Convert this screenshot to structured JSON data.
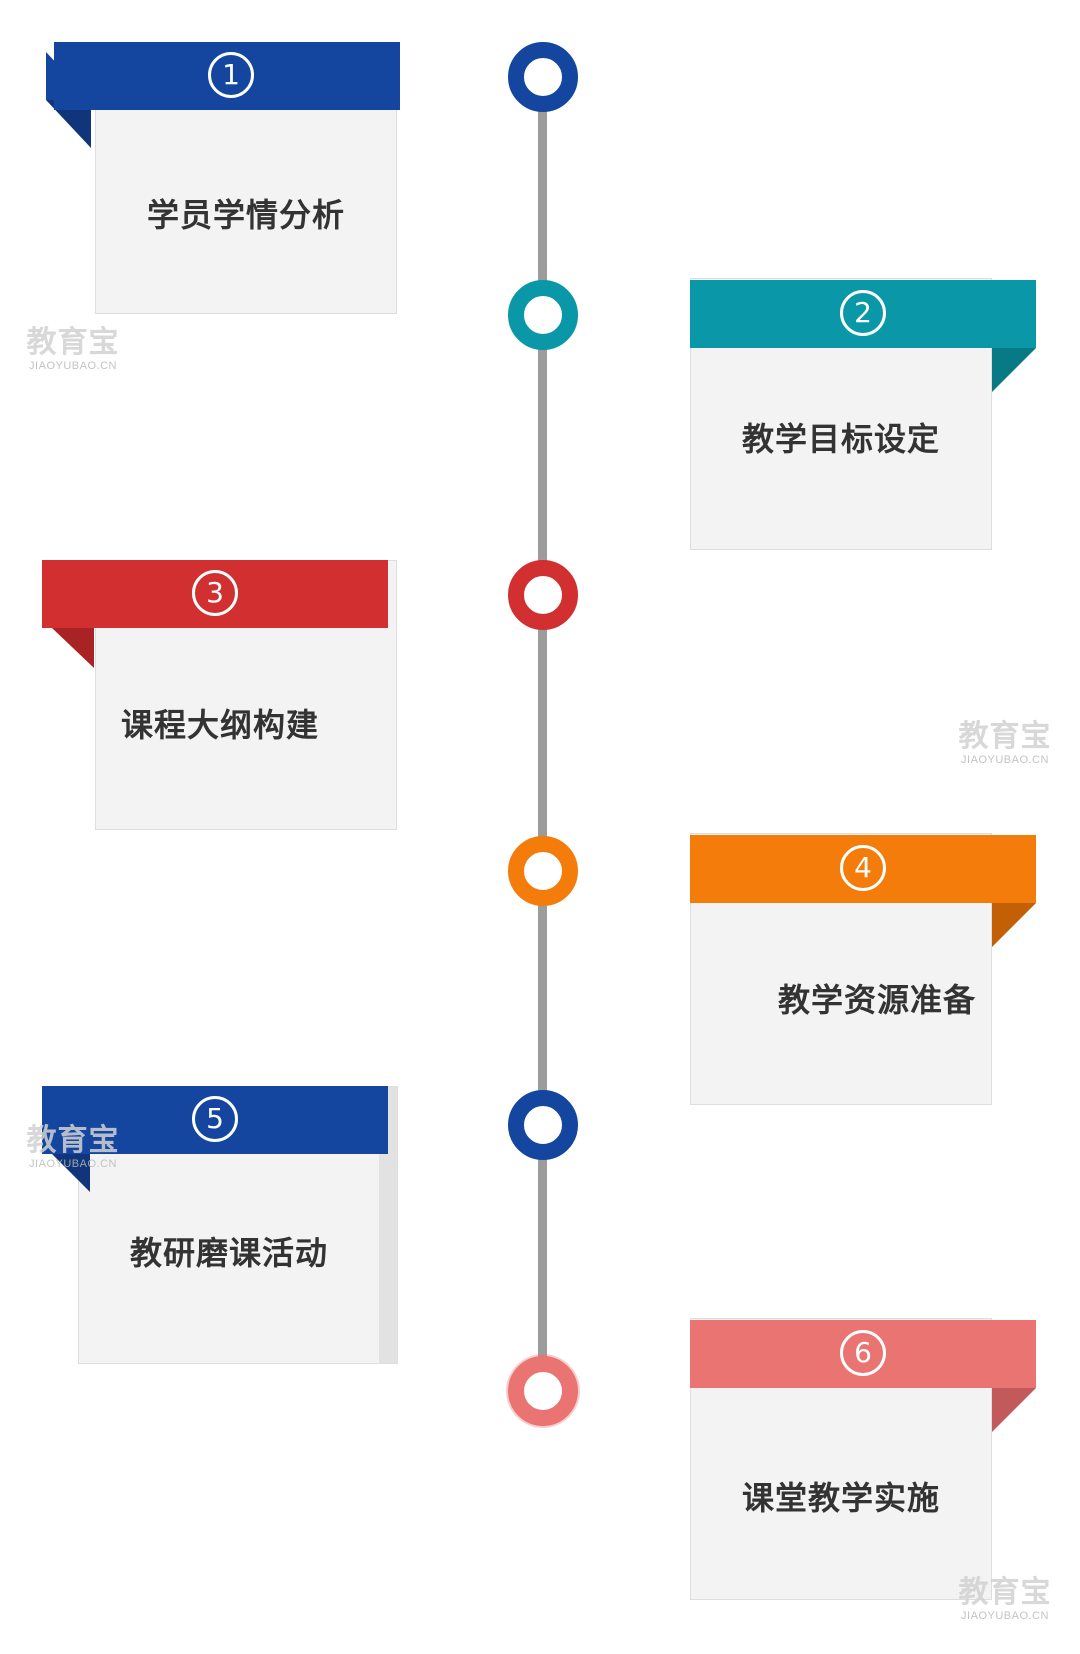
{
  "colors": {
    "blue": "#1446a0",
    "teal": "#0a98a8",
    "red": "#d12f30",
    "orange": "#f47c0b",
    "pink": "#e97472",
    "line": "#9c9c9c",
    "card_bg": "#f3f3f3",
    "label": "#333333"
  },
  "steps": [
    {
      "number": "1",
      "label": "学员学情分析",
      "color": "blue"
    },
    {
      "number": "2",
      "label": "教学目标设定",
      "color": "teal"
    },
    {
      "number": "3",
      "label": "课程大纲构建",
      "color": "red"
    },
    {
      "number": "4",
      "label": "教学资源准备",
      "color": "orange"
    },
    {
      "number": "5",
      "label": "教研磨课活动",
      "color": "blue"
    },
    {
      "number": "6",
      "label": "课堂教学实施",
      "color": "pink"
    }
  ],
  "watermark": {
    "brand": "教育宝",
    "domain": "JIAOYUBAO.CN"
  }
}
